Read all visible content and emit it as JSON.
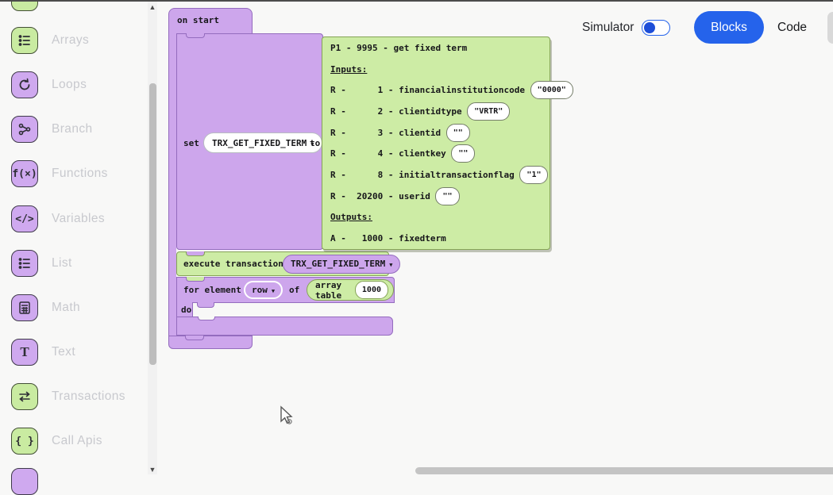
{
  "header": {
    "simulator_label": "Simulator",
    "blocks_button": "Blocks",
    "code_button": "Code"
  },
  "colors": {
    "accent_blue": "#2563eb",
    "toggle_knob": "#1d4ed8",
    "block_purple_fill": "#cda6ec",
    "block_purple_border": "#946cbe",
    "block_green_fill": "#cdeca5",
    "block_green_border": "#85a356",
    "icon_green": "#c9eba1",
    "icon_purple": "#cfa9ef",
    "sidebar_label": "#c8c9ce"
  },
  "sidebar": {
    "items": [
      {
        "label": "Arrays",
        "color": "green",
        "icon": "list-icon"
      },
      {
        "label": "Loops",
        "color": "purple",
        "icon": "loop-icon"
      },
      {
        "label": "Branch",
        "color": "purple",
        "icon": "branch-icon"
      },
      {
        "label": "Functions",
        "color": "purple",
        "icon": "function-icon"
      },
      {
        "label": "Variables",
        "color": "purple",
        "icon": "code-icon"
      },
      {
        "label": "List",
        "color": "purple",
        "icon": "list-icon"
      },
      {
        "label": "Math",
        "color": "purple",
        "icon": "calculator-icon"
      },
      {
        "label": "Text",
        "color": "purple",
        "icon": "text-icon"
      },
      {
        "label": "Transactions",
        "color": "green",
        "icon": "swap-icon"
      },
      {
        "label": "Call Apis",
        "color": "green",
        "icon": "braces-icon"
      }
    ],
    "function_glyph": "f(×)",
    "variables_glyph": "</>",
    "text_glyph": "T",
    "braces_glyph": "{ }"
  },
  "workspace": {
    "on_start_label": "on start",
    "set_block": {
      "set_label": "set",
      "dropdown_value": "TRX_GET_FIXED_TERM",
      "to_label": "to"
    },
    "trx_details": {
      "title": "P1 - 9995 - get fixed term",
      "inputs_header": "Inputs:",
      "inputs": [
        {
          "row": "R -      1 - financialinstitutioncode",
          "value": "\"0000\""
        },
        {
          "row": "R -      2 - clientidtype",
          "value": "\"VRTR\""
        },
        {
          "row": "R -      3 - clientid",
          "value": "\"\""
        },
        {
          "row": "R -      4 - clientkey",
          "value": "\"\""
        },
        {
          "row": "R -      8 - initialtransactionflag",
          "value": "\"1\""
        },
        {
          "row": "R -  20200 - userid",
          "value": "\"\""
        }
      ],
      "outputs_header": "Outputs:",
      "outputs": [
        {
          "row": "A -   1000 - fixedterm"
        }
      ]
    },
    "execute_block": {
      "label": "execute transaction",
      "dropdown_value": "TRX_GET_FIXED_TERM"
    },
    "for_block": {
      "for_label": "for element",
      "var_dropdown": "row",
      "of_label": "of",
      "array_label": "array table",
      "array_value": "1000",
      "do_label": "do"
    }
  }
}
